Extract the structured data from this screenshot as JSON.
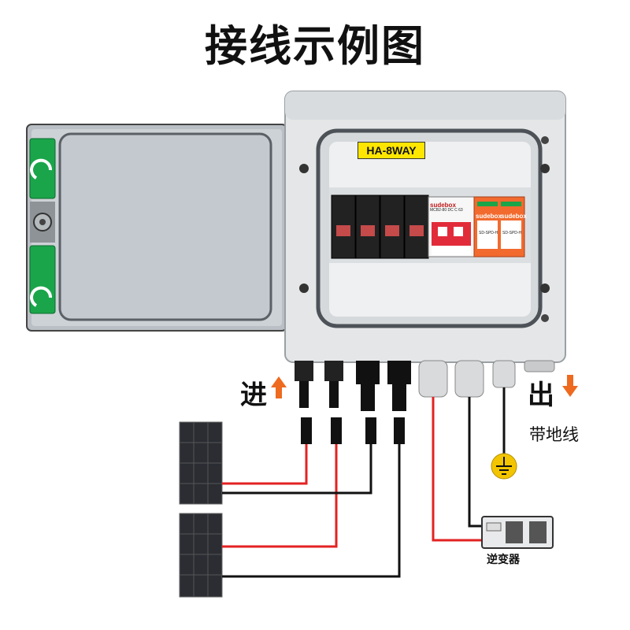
{
  "title": "接线示例图",
  "device": {
    "model_label": "HA-8WAY",
    "breaker_brand": "sudebox",
    "breaker_model": "MCB2-80 DC C 63",
    "spd_brand": "sudebox",
    "spd_model": "SD-SPD-H"
  },
  "labels": {
    "input": "进",
    "output": "出",
    "ground": "带地线",
    "inverter": "逆变器"
  },
  "colors": {
    "enclosure": "#e4e6e7",
    "door": "#c8cdd1",
    "hinge_green": "#1aa54a",
    "breaker_black": "#222222",
    "spd_orange": "#f26a2e",
    "arrow_orange": "#ee6a1e",
    "wire_red": "#e32222",
    "wire_black": "#111111",
    "ground_yellow": "#f2c500"
  },
  "icons": {
    "input_arrow": "arrow-up-icon",
    "output_arrow": "arrow-down-icon",
    "ground": "ground-symbol-icon",
    "solar_panel": "solar-panel-icon",
    "inverter": "inverter-icon"
  }
}
